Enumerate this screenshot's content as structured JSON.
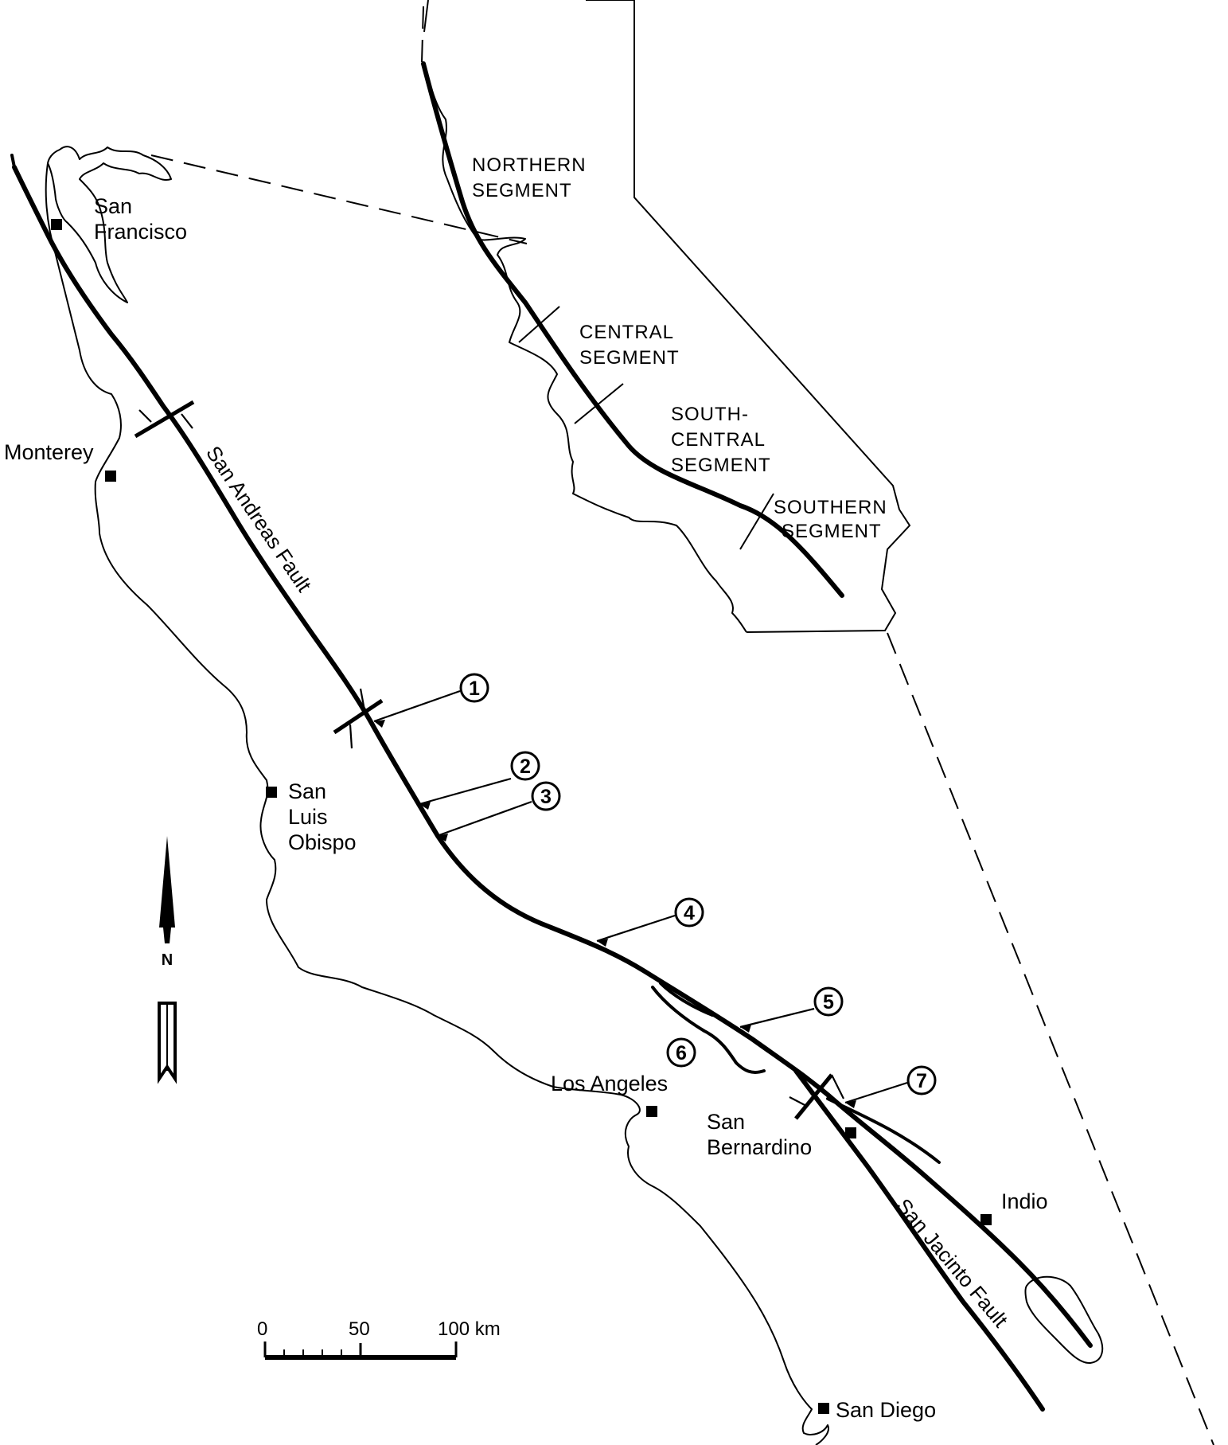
{
  "cities": {
    "san_francisco": [
      "San",
      "Francisco"
    ],
    "monterey": "Monterey",
    "san_luis_obispo": [
      "San",
      "Luis",
      "Obispo"
    ],
    "los_angeles": "Los Angeles",
    "san_bernardino": [
      "San",
      "Bernardino"
    ],
    "indio": "Indio",
    "san_diego": "San Diego"
  },
  "faults": {
    "san_andreas": "San Andreas Fault",
    "san_jacinto": "San Jacinto Fault"
  },
  "segments": {
    "northern": [
      "NORTHERN",
      "SEGMENT"
    ],
    "central": [
      "CENTRAL",
      "SEGMENT"
    ],
    "south_central": [
      "SOUTH-",
      "CENTRAL",
      "SEGMENT"
    ],
    "southern": [
      "SOUTHERN",
      "SEGMENT"
    ]
  },
  "sites": [
    "1",
    "2",
    "3",
    "4",
    "5",
    "6",
    "7"
  ],
  "north_arrow": "N",
  "scale_bar": {
    "ticks": [
      "0",
      "50",
      "100 km"
    ]
  }
}
